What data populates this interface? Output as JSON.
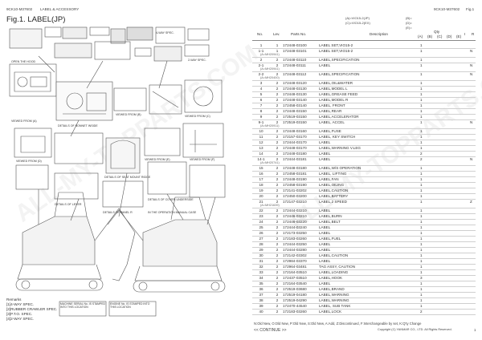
{
  "header": {
    "model_code": "9CK10-M37602",
    "category": "LABEL & ACCESSORY",
    "fig": "Fig.1.  LABEL(JP)",
    "right_code": "9CK10-M37602",
    "right_fig": "Fig.1",
    "variant_a": "(A)=VIO15-2(JP)",
    "variant_b": "(B)=",
    "variant_c": "(C)=VIO15-2(EX)",
    "variant_d": "(D)=",
    "variant_e": "(E)="
  },
  "columns": {
    "no": "No.",
    "lev": "Lev.",
    "parts_no": "Parts No.",
    "description": "Description",
    "qty": "Qty",
    "sub_cols": [
      "(A)",
      "(B)",
      "(C)",
      "(D)",
      "(E)"
    ],
    "i": "I",
    "r": "R"
  },
  "rows": [
    {
      "no": "1",
      "lev": "1",
      "part": "172448-03100",
      "desc": "LABEL SET,VIO15-2",
      "qty": "1",
      "cd": ""
    },
    {
      "no": "1-1",
      "lev": "1",
      "part": "172448-03101",
      "desc": "LABEL SET,VIO15-2",
      "qty": "1",
      "cd": "N",
      "note": "(A=MH20941)"
    },
    {
      "no": "2",
      "lev": "2",
      "part": "172448-03110",
      "desc": "LABEL,SPECIFICATION",
      "qty": "1",
      "cd": ""
    },
    {
      "no": "2-1",
      "lev": "2",
      "part": "172448-03111",
      "desc": "LABEL",
      "qty": "1",
      "cd": "N",
      "note": "(A=MH20941)"
    },
    {
      "no": "2-2",
      "lev": "2",
      "part": "172448-03112",
      "desc": "LABEL,SPECIFICATION",
      "qty": "1",
      "cd": "N",
      "note": "(A=MH20400)"
    },
    {
      "no": "3",
      "lev": "2",
      "part": "172448-03120",
      "desc": "LABEL,OIL&WATER",
      "qty": "1",
      "cd": ""
    },
    {
      "no": "4",
      "lev": "2",
      "part": "172448-03130",
      "desc": "LABEL,MODEL L",
      "qty": "1",
      "cd": ""
    },
    {
      "no": "5",
      "lev": "2",
      "part": "172448-03130",
      "desc": "LABEL,GREASE FEED",
      "qty": "1",
      "cd": ""
    },
    {
      "no": "6",
      "lev": "2",
      "part": "172448-03140",
      "desc": "LABEL,MODEL R",
      "qty": "1",
      "cd": ""
    },
    {
      "no": "7",
      "lev": "2",
      "part": "172458-03140",
      "desc": "LABEL, FRONT",
      "qty": "1",
      "cd": ""
    },
    {
      "no": "8",
      "lev": "2",
      "part": "172448-03150",
      "desc": "LABEL,REAR",
      "qty": "1",
      "cd": ""
    },
    {
      "no": "9",
      "lev": "2",
      "part": "172519-03150",
      "desc": "LABEL,ACCELERATOR",
      "qty": "1",
      "cd": ""
    },
    {
      "no": "9-1",
      "lev": "2",
      "part": "172519-03150",
      "desc": "LABEL, ACCEL",
      "qty": "1",
      "cd": "N",
      "note": "(A=MH20911)"
    },
    {
      "no": "10",
      "lev": "2",
      "part": "172448-03160",
      "desc": "LABEL,FUSE",
      "qty": "1",
      "cd": ""
    },
    {
      "no": "11",
      "lev": "2",
      "part": "172157-03170",
      "desc": "LABEL, KEY SWITCH",
      "qty": "1",
      "cd": ""
    },
    {
      "no": "12",
      "lev": "2",
      "part": "172444-03170",
      "desc": "LABEL",
      "qty": "1",
      "cd": ""
    },
    {
      "no": "13",
      "lev": "2",
      "part": "172448-03170",
      "desc": "LABEL,WARNING V.LEG",
      "qty": "1",
      "cd": ""
    },
    {
      "no": "14",
      "lev": "2",
      "part": "172448-03180",
      "desc": "LABEL",
      "qty": "2",
      "cd": ""
    },
    {
      "no": "14-1",
      "lev": "2",
      "part": "172444-03181",
      "desc": "LABEL",
      "qty": "2",
      "cd": "N",
      "note": "(A=MH20741)"
    },
    {
      "no": "15",
      "lev": "2",
      "part": "172448-03180",
      "desc": "LABEL,W/S OPERATION",
      "qty": "1",
      "cd": ""
    },
    {
      "no": "16",
      "lev": "2",
      "part": "172458-03181",
      "desc": "LABEL, LIFTING",
      "qty": "1",
      "cd": ""
    },
    {
      "no": "17",
      "lev": "2",
      "part": "172448-03190",
      "desc": "LABEL,FAN",
      "qty": "1",
      "cd": ""
    },
    {
      "no": "18",
      "lev": "2",
      "part": "172458-03190",
      "desc": "LABEL,OILING",
      "qty": "1",
      "cd": ""
    },
    {
      "no": "19",
      "lev": "2",
      "part": "172141-03202",
      "desc": "LABEL,CAUTION",
      "qty": "1",
      "cd": ""
    },
    {
      "no": "20",
      "lev": "2",
      "part": "172450-03200",
      "desc": "LABEL,BATTERY",
      "qty": "1",
      "cd": ""
    },
    {
      "no": "21",
      "lev": "2",
      "part": "172147-03210",
      "desc": "LABEL,2 SPEED",
      "qty": "1",
      "cd": "Z",
      "note": "(A=MH21639)"
    },
    {
      "no": "22",
      "lev": "2",
      "part": "172444-03210",
      "desc": "LABEL",
      "qty": "1",
      "cd": ""
    },
    {
      "no": "23",
      "lev": "2",
      "part": "172446-03210",
      "desc": "LABEL,BURN",
      "qty": "1",
      "cd": ""
    },
    {
      "no": "24",
      "lev": "2",
      "part": "172446-03220",
      "desc": "LABEL,BELT",
      "qty": "1",
      "cd": ""
    },
    {
      "no": "25",
      "lev": "2",
      "part": "172444-03240",
      "desc": "LABEL",
      "qty": "1",
      "cd": ""
    },
    {
      "no": "26",
      "lev": "2",
      "part": "172173-03250",
      "desc": "LABEL",
      "qty": "1",
      "cd": ""
    },
    {
      "no": "27",
      "lev": "2",
      "part": "172183-03260",
      "desc": "LABEL,FUEL",
      "qty": "1",
      "cd": ""
    },
    {
      "no": "28",
      "lev": "2",
      "part": "172444-03250",
      "desc": "LABEL",
      "qty": "1",
      "cd": ""
    },
    {
      "no": "29",
      "lev": "2",
      "part": "172444-03280",
      "desc": "LABEL",
      "qty": "1",
      "cd": ""
    },
    {
      "no": "30",
      "lev": "2",
      "part": "172142-03302",
      "desc": "LABEL,CAUTION",
      "qty": "1",
      "cd": ""
    },
    {
      "no": "31",
      "lev": "2",
      "part": "172984-03370",
      "desc": "LABEL",
      "qty": "1",
      "cd": ""
    },
    {
      "no": "32",
      "lev": "2",
      "part": "172964-03481",
      "desc": "TAG ASSY, CAUTION",
      "qty": "1",
      "cd": ""
    },
    {
      "no": "33",
      "lev": "2",
      "part": "172164-03510",
      "desc": "LABEL,LOADING",
      "qty": "1",
      "cd": ""
    },
    {
      "no": "34",
      "lev": "2",
      "part": "172437-03510",
      "desc": "LABEL,HOOK",
      "qty": "3",
      "cd": ""
    },
    {
      "no": "35",
      "lev": "2",
      "part": "172164-03540",
      "desc": "LABEL",
      "qty": "1",
      "cd": ""
    },
    {
      "no": "36",
      "lev": "2",
      "part": "172519-03680",
      "desc": "LABEL,BRAND",
      "qty": "1",
      "cd": ""
    },
    {
      "no": "37",
      "lev": "2",
      "part": "172519-04180",
      "desc": "LABEL,WARNING",
      "qty": "1",
      "cd": ""
    },
    {
      "no": "38",
      "lev": "2",
      "part": "172519-04290",
      "desc": "LABEL,WARNING",
      "qty": "1",
      "cd": ""
    },
    {
      "no": "39",
      "lev": "2",
      "part": "172470-44540",
      "desc": "LABEL, SUB TANK",
      "qty": "1",
      "cd": ""
    },
    {
      "no": "40",
      "lev": "2",
      "part": "172183-03260",
      "desc": "LABEL,LOCK",
      "qty": "2",
      "cd": ""
    }
  ],
  "remarks": {
    "title": "Remarks",
    "items": [
      "[1]4-WAY SPEC.",
      "[2]RUBBER CRAWLER SPEC.",
      "[3]P.T.O. SPEC.",
      "[4]2-WAY SPEC."
    ]
  },
  "diagram_labels": {
    "spec_4way": "4-WAY SPEC.",
    "spec_2way": "2-WAY SPEC.",
    "open_hood": "OPEN THE HOOD",
    "bonnet_inside": "DETAILS OF BONNET INSIDE",
    "seat_mount": "DETAILS OF SEAT MOUNT RIDGE",
    "cover_underside": "DETAILS OF COVER UNDERSIDE",
    "lever": "DETAILS OF LEVER",
    "manual_case": "IN THE OPERATION MANUAL CASE",
    "panel_r": "DETAILS OF PANEL R",
    "machine_serial": "MACHINE SERIAL No. IS STAMPED INTO THIS LOCATION",
    "engine_serial": "ENGINE No. IS STAMPED INTO THIS LOCATION",
    "view_a": "VIEWED FROM (A)",
    "view_b": "VIEWED FROM (B)",
    "view_c": "VIEWED FROM (C)",
    "view_d": "VIEWED FROM (D)",
    "view_e": "VIEWED FROM (E)",
    "view_f": "VIEWED FROM (F)"
  },
  "footer": {
    "legend": "N:Old  New, O:Old  New, P:Old  New, S:Old  New, A:Add, Z:Discontinued, F:Interchangeable by set, K:Q'ty Change",
    "continue": "<< CONTINUE >>",
    "copyright": "Copyright (C)  YANMAR CO., LTD. All Rights Reserved.",
    "page": "1"
  },
  "watermark": "ALL-MY-TOPPARTS.COM"
}
